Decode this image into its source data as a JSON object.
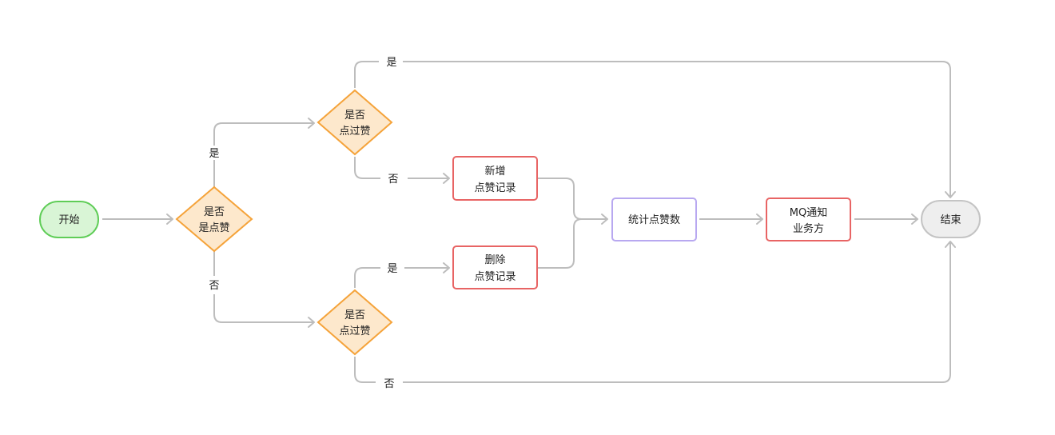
{
  "nodes": {
    "start": {
      "label": "开始",
      "fill": "#d9f5d6",
      "stroke": "#5fcd57"
    },
    "decision_liked": {
      "line1": "是否",
      "line2": "是点赞",
      "fill": "#fde8cc",
      "stroke": "#f5a33a"
    },
    "decision_top": {
      "line1": "是否",
      "line2": "点过赞",
      "fill": "#fde8cc",
      "stroke": "#f5a33a"
    },
    "decision_bottom": {
      "line1": "是否",
      "line2": "点过赞",
      "fill": "#fde8cc",
      "stroke": "#f5a33a"
    },
    "add_record": {
      "line1": "新增",
      "line2": "点赞记录",
      "stroke": "#e86464"
    },
    "delete_record": {
      "line1": "删除",
      "line2": "点赞记录",
      "stroke": "#e86464"
    },
    "count": {
      "label": "统计点赞数",
      "stroke": "#b8a8f0"
    },
    "notify": {
      "line1": "MQ通知",
      "line2": "业务方",
      "stroke": "#e86464"
    },
    "end": {
      "label": "结束",
      "fill": "#eeeeee",
      "stroke": "#c4c4c4"
    }
  },
  "edge_labels": {
    "liked_yes": "是",
    "liked_no": "否",
    "top_yes": "是",
    "top_no": "否",
    "bottom_yes": "是",
    "bottom_no": "否"
  },
  "colors": {
    "edge": "#bdbdbd",
    "text": "#222222"
  }
}
